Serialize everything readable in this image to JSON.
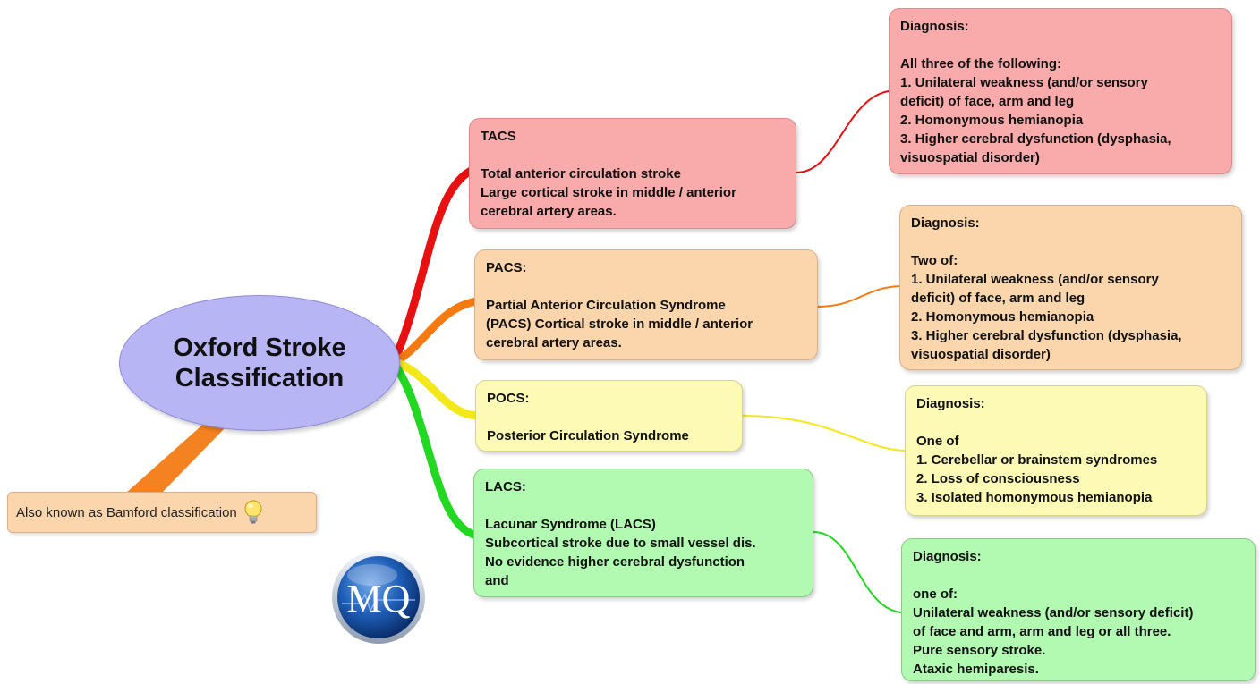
{
  "central": {
    "title": "Oxford Stroke\nClassification"
  },
  "note": {
    "text": "Also known as Bamford classification",
    "icon": "lightbulb-icon"
  },
  "logo": {
    "text": "MQ"
  },
  "branches": [
    {
      "id": "tacs",
      "color": "#e81010",
      "topic": "TACS\n\nTotal anterior circulation stroke\nLarge cortical stroke in middle / anterior\ncerebral artery areas.",
      "diagnosis": "Diagnosis:\n\nAll three of the following:\n1. Unilateral weakness (and/or sensory\ndeficit) of face, arm and leg\n2. Homonymous hemianopia\n3. Higher cerebral dysfunction (dysphasia,\nvisuospatial disorder)"
    },
    {
      "id": "pacs",
      "color": "#f57a10",
      "topic": "PACS:\n\nPartial Anterior Circulation Syndrome\n(PACS) Cortical stroke in middle / anterior\ncerebral artery areas.",
      "diagnosis": "Diagnosis:\n\nTwo of:\n1. Unilateral weakness (and/or sensory\ndeficit) of face, arm and leg\n2. Homonymous hemianopia\n3. Higher cerebral dysfunction (dysphasia,\nvisuospatial disorder)"
    },
    {
      "id": "pocs",
      "color": "#f2e81a",
      "topic": "POCS:\n\nPosterior Circulation Syndrome",
      "diagnosis": "Diagnosis:\n\nOne of\n1. Cerebellar or brainstem syndromes\n2. Loss of consciousness\n3. Isolated homonymous hemianopia"
    },
    {
      "id": "lacs",
      "color": "#22d822",
      "topic": "LACS:\n\nLacunar Syndrome (LACS)\nSubcortical stroke due to small vessel dis.\nNo evidence higher cerebral dysfunction\nand",
      "diagnosis": "Diagnosis:\n\none of:\nUnilateral weakness (and/or sensory deficit)\nof face and arm, arm and leg or all three.\nPure sensory stroke.\nAtaxic hemiparesis."
    }
  ]
}
